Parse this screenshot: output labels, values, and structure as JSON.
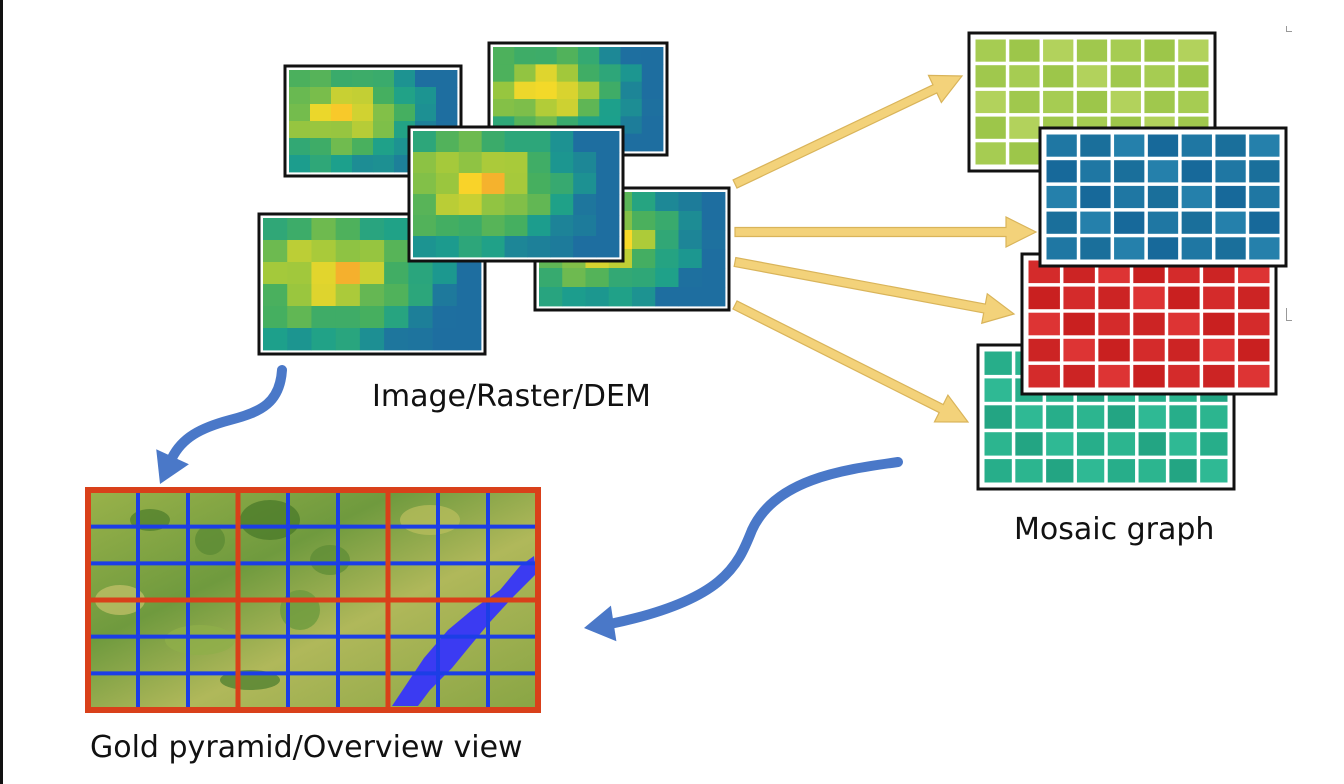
{
  "labels": {
    "raster": "Image/Raster/DEM",
    "mosaic": "Mosaic graph",
    "pyramid": "Gold pyramid/Overview view"
  },
  "colors": {
    "arrow_gold": "#f3d27a",
    "arrow_blue": "#4a78c8",
    "tile_green": "#a6cc52",
    "tile_blue": "#1f77a3",
    "tile_red": "#d42b2b",
    "tile_teal": "#27ae8a",
    "pyramid_red": "#d9401a",
    "pyramid_blue": "#1c3ee6",
    "river": "#3b3bf2"
  },
  "icons": {
    "raster_stack": "raster-heatmap-tiles",
    "mosaic_stack": "mosaic-grid-tiles",
    "pyramid": "satellite-map-grid"
  }
}
